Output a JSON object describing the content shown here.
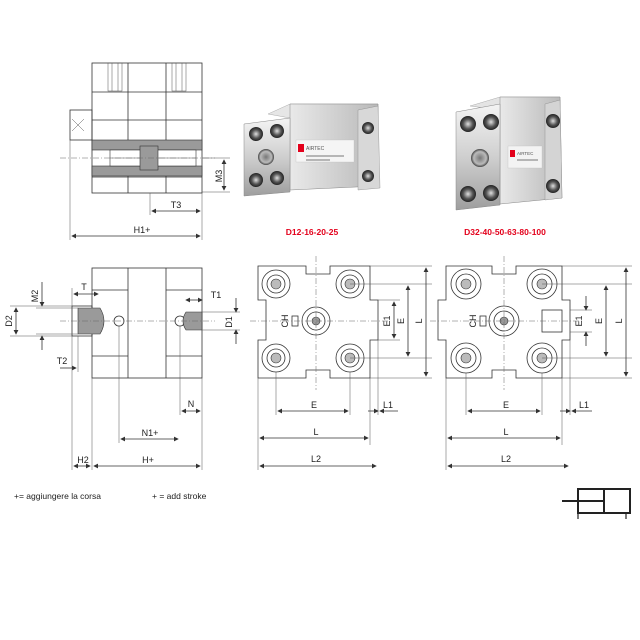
{
  "photos": {
    "small_caption": "D12-16-20-25",
    "large_caption": "D32-40-50-63-80-100",
    "brand": "AIRTEC"
  },
  "dims_side_top": {
    "H1": "H1+",
    "T3": "T3",
    "M3": "M3"
  },
  "dims_side_bottom": {
    "D2": "D2",
    "M2": "M2",
    "T": "T",
    "T1": "T1",
    "D1": "D1",
    "T2": "T2",
    "N": "N",
    "N1": "N1+",
    "H2": "H2",
    "H": "H+"
  },
  "dims_front_small": {
    "E": "E",
    "L1": "L1",
    "L": "L",
    "L2": "L2",
    "CH": "CH",
    "E1": "E1",
    "E_v": "E",
    "L_v": "L"
  },
  "dims_front_large": {
    "E": "E",
    "L1": "L1",
    "L": "L",
    "L2": "L2",
    "CH": "CH",
    "E1": "E1",
    "E_v": "E",
    "L_v": "L"
  },
  "notes": {
    "it": "+= aggiungere la corsa",
    "en": "+ = add stroke"
  },
  "colors": {
    "caption": "#e3001b",
    "line": "#333333",
    "hatch": "#9a9a9a"
  }
}
